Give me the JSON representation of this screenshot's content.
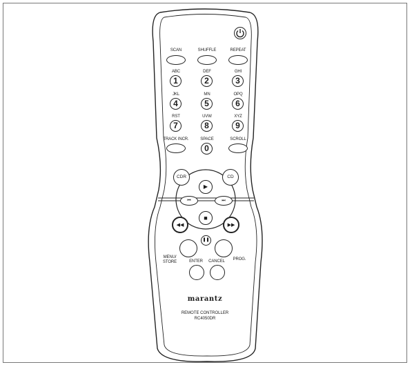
{
  "remote": {
    "brand": "marantz",
    "caption": "REMOTE CONTROLLER",
    "model": "RC4050DR",
    "power_icon": "power-icon",
    "top_buttons": [
      {
        "label": "SCAN"
      },
      {
        "label": "SHUFFLE"
      },
      {
        "label": "REPEAT"
      }
    ],
    "keypad": [
      {
        "letters": "ABC",
        "digit": "1"
      },
      {
        "letters": "DEF",
        "digit": "2"
      },
      {
        "letters": "GHI",
        "digit": "3"
      },
      {
        "letters": "JKL",
        "digit": "4"
      },
      {
        "letters": "MN",
        "digit": "5"
      },
      {
        "letters": "OPQ",
        "digit": "6"
      },
      {
        "letters": "RST",
        "digit": "7"
      },
      {
        "letters": "UVW",
        "digit": "8"
      },
      {
        "letters": "XYZ",
        "digit": "9"
      },
      {
        "letters": "SPACE",
        "digit": "0"
      }
    ],
    "track_incr": "TRACK INCR.",
    "scroll": "SCROLL",
    "cdr": "CDR",
    "cd": "CD",
    "menu_store_line1": "MENU/",
    "menu_store_line2": "STORE",
    "enter": "ENTER",
    "cancel": "CANCEL",
    "prog": "PROG.",
    "icons": {
      "play": "▶",
      "prev": "⏮",
      "next": "⏭",
      "stop": "■",
      "rewind": "◀◀",
      "ffwd": "▶▶",
      "pause": "❚❚"
    }
  }
}
